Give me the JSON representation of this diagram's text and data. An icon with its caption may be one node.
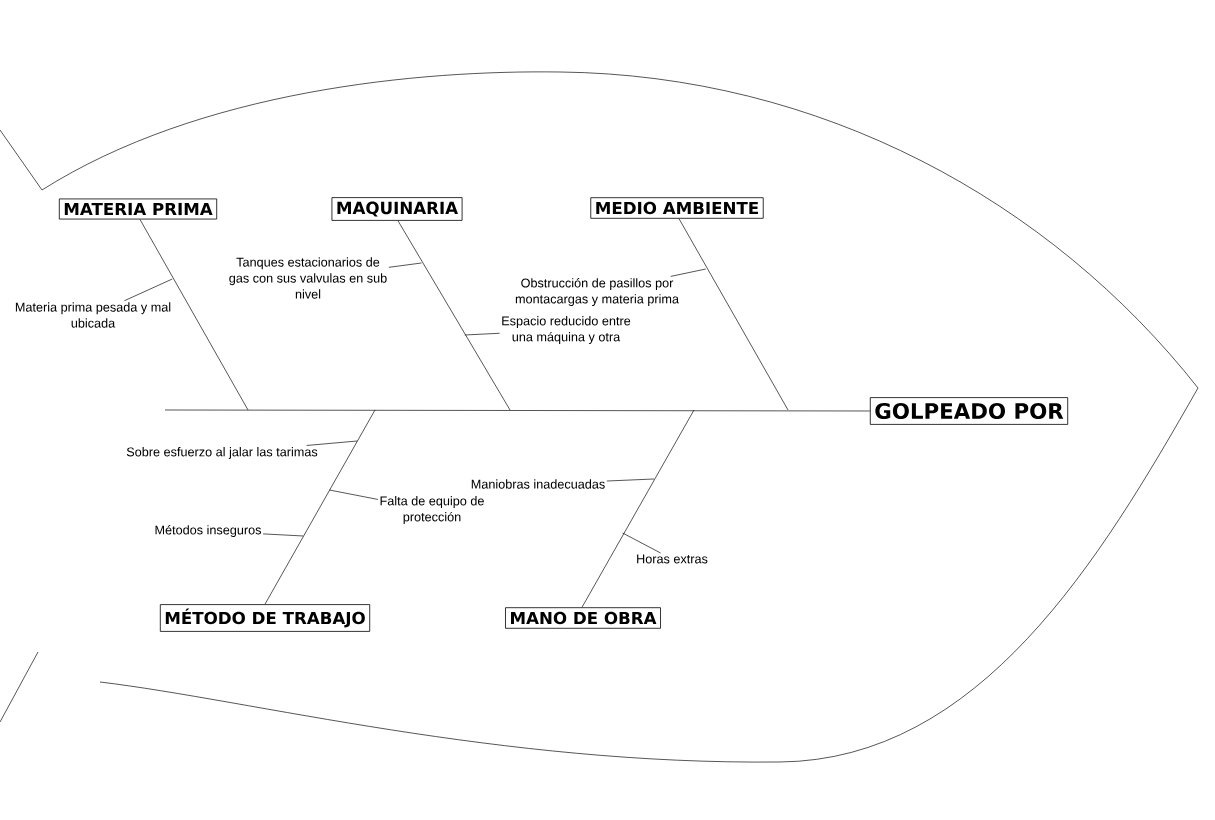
{
  "diagram": {
    "nodes": [
      {
        "text": [
          "MATERIA PRIMA"
        ]
      },
      {
        "text": [
          "MAQUINARIA"
        ]
      },
      {
        "text": [
          "MEDIO AMBIENTE"
        ]
      },
      {
        "text": [
          "MÉTODO DE TRABAJO"
        ]
      },
      {
        "text": [
          "MANO DE OBRA"
        ]
      },
      {
        "text": [
          "GOLPEADO POR"
        ]
      },
      {
        "text": [
          "Materia prima pesada y mal ubicada"
        ]
      },
      {
        "text": [
          "Tanques estacionarios de gas con sus valvulas en sub nivel"
        ]
      },
      {
        "text": [
          "Espacio reducido entre una máquina y otra"
        ]
      },
      {
        "text": [
          "Obstrucción de pasillos por montacargas y materia prima"
        ]
      },
      {
        "text": [
          "Sobre esfuerzo al jalar las tarimas"
        ]
      },
      {
        "text": [
          "Falta de equipo de protección"
        ]
      },
      {
        "text": [
          "Métodos inseguros"
        ]
      },
      {
        "text": [
          "Maniobras inadecuadas"
        ]
      },
      {
        "text": [
          "Horas extras"
        ]
      }
    ],
    "edges": [
      {
        "from": null,
        "to": 5,
        "arrow": "none"
      },
      {
        "from": 0,
        "to": null,
        "arrow": "none"
      },
      {
        "from": 1,
        "to": null,
        "arrow": "none"
      },
      {
        "from": 2,
        "to": null,
        "arrow": "none"
      },
      {
        "from": 3,
        "to": null,
        "arrow": "none"
      },
      {
        "from": 4,
        "to": null,
        "arrow": "none"
      },
      {
        "from": 6,
        "to": null,
        "arrow": "none"
      },
      {
        "from": 7,
        "to": null,
        "arrow": "none"
      },
      {
        "from": 8,
        "to": null,
        "arrow": "none"
      },
      {
        "from": 9,
        "to": null,
        "arrow": "none"
      },
      {
        "from": 10,
        "to": null,
        "arrow": "none"
      },
      {
        "from": 11,
        "to": null,
        "arrow": "none"
      },
      {
        "from": 12,
        "to": null,
        "arrow": "none"
      },
      {
        "from": 13,
        "to": null,
        "arrow": "none"
      },
      {
        "from": 14,
        "to": null,
        "arrow": "none"
      }
    ]
  }
}
